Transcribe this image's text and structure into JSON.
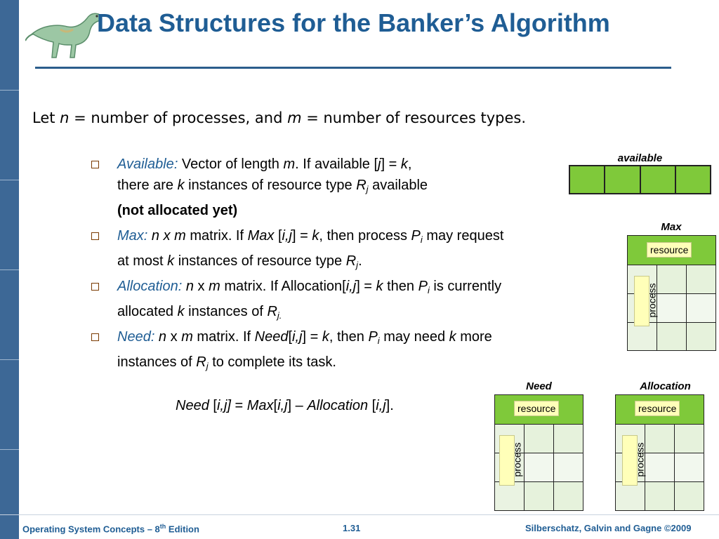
{
  "title": "Data Structures for the Banker’s Algorithm",
  "intro": {
    "p1": "Let ",
    "n": "n",
    "p2": " = number of processes, and ",
    "m": "m",
    "p3": " = number of resources types."
  },
  "bullets": {
    "available": {
      "term": "Available",
      "colon": ":",
      "l1a": "  Vector of length ",
      "l1m": "m",
      "l1b": ". If available [",
      "l1j": "j",
      "l1c": "] = ",
      "l1k": "k",
      "l1d": ",",
      "l2a": "there are ",
      "l2k": "k",
      "l2b": " instances of resource type ",
      "l2R": "R",
      "l2j": "j",
      "l2c": " available",
      "l3": "(not allocated yet)"
    },
    "max": {
      "term": "Max",
      "colon": ":",
      "l1a": " n x m",
      "l1b": " matrix.  If ",
      "l1max": "Max",
      "l1c": " [",
      "l1ij": "i,j",
      "l1d": "] = ",
      "l1k": "k",
      "l1e": ", then process ",
      "l1P": "P",
      "l1i": "i",
      "l1f": " may request",
      "l2a": "at most ",
      "l2k": "k",
      "l2b": " instances of resource type ",
      "l2R": "R",
      "l2j": "j",
      "l2c": "."
    },
    "allocation": {
      "term": "Allocation",
      "colon": ":",
      "l1a": "  n",
      "l1x": " x ",
      "l1m": "m",
      "l1b": " matrix.  If Allocation[",
      "l1ij": "i,j",
      "l1c": "] = ",
      "l1k": "k",
      "l1d": " then ",
      "l1P": "P",
      "l1i": "i",
      "l1e": " is currently",
      "l2a": "allocated ",
      "l2k": "k",
      "l2b": " instances of ",
      "l2R": "R",
      "l2j": "j."
    },
    "need": {
      "term": "Need",
      "colon": ":",
      "l1a": "  n",
      "l1x": " x ",
      "l1m": "m",
      "l1b": " matrix. If ",
      "l1need": "Need",
      "l1c": "[",
      "l1ij": "i,j",
      "l1d": "] = ",
      "l1k": "k",
      "l1e": ", then ",
      "l1P": "P",
      "l1i": "i",
      "l1f": " may need ",
      "l1k2": "k",
      "l1g": " more",
      "l2a": "instances of ",
      "l2R": "R",
      "l2j": "j",
      "l2b": " to complete its task."
    }
  },
  "formula": {
    "need": "Need",
    "a": " [",
    "ij1": "i,j]",
    "b": " = ",
    "max": "Max",
    "c": "[",
    "ij2": "i,j",
    "d": "] – ",
    "alloc": "Allocation",
    "e": " [",
    "ij3": "i,j",
    "f": "]."
  },
  "matrices": {
    "available_label": "available",
    "max_label": "Max",
    "need_label": "Need",
    "allocation_label": "Allocation",
    "resource_tag": "resource",
    "process_tag": "process"
  },
  "colors": {
    "accent": "#1f5d94",
    "green": "#7fc93a",
    "tag": "#ffffb9"
  },
  "footer": {
    "left": "Operating System Concepts – 8",
    "left_sup": "th",
    "left_end": " Edition",
    "center": "1.31",
    "right": "Silberschatz, Galvin and Gagne ©2009"
  }
}
